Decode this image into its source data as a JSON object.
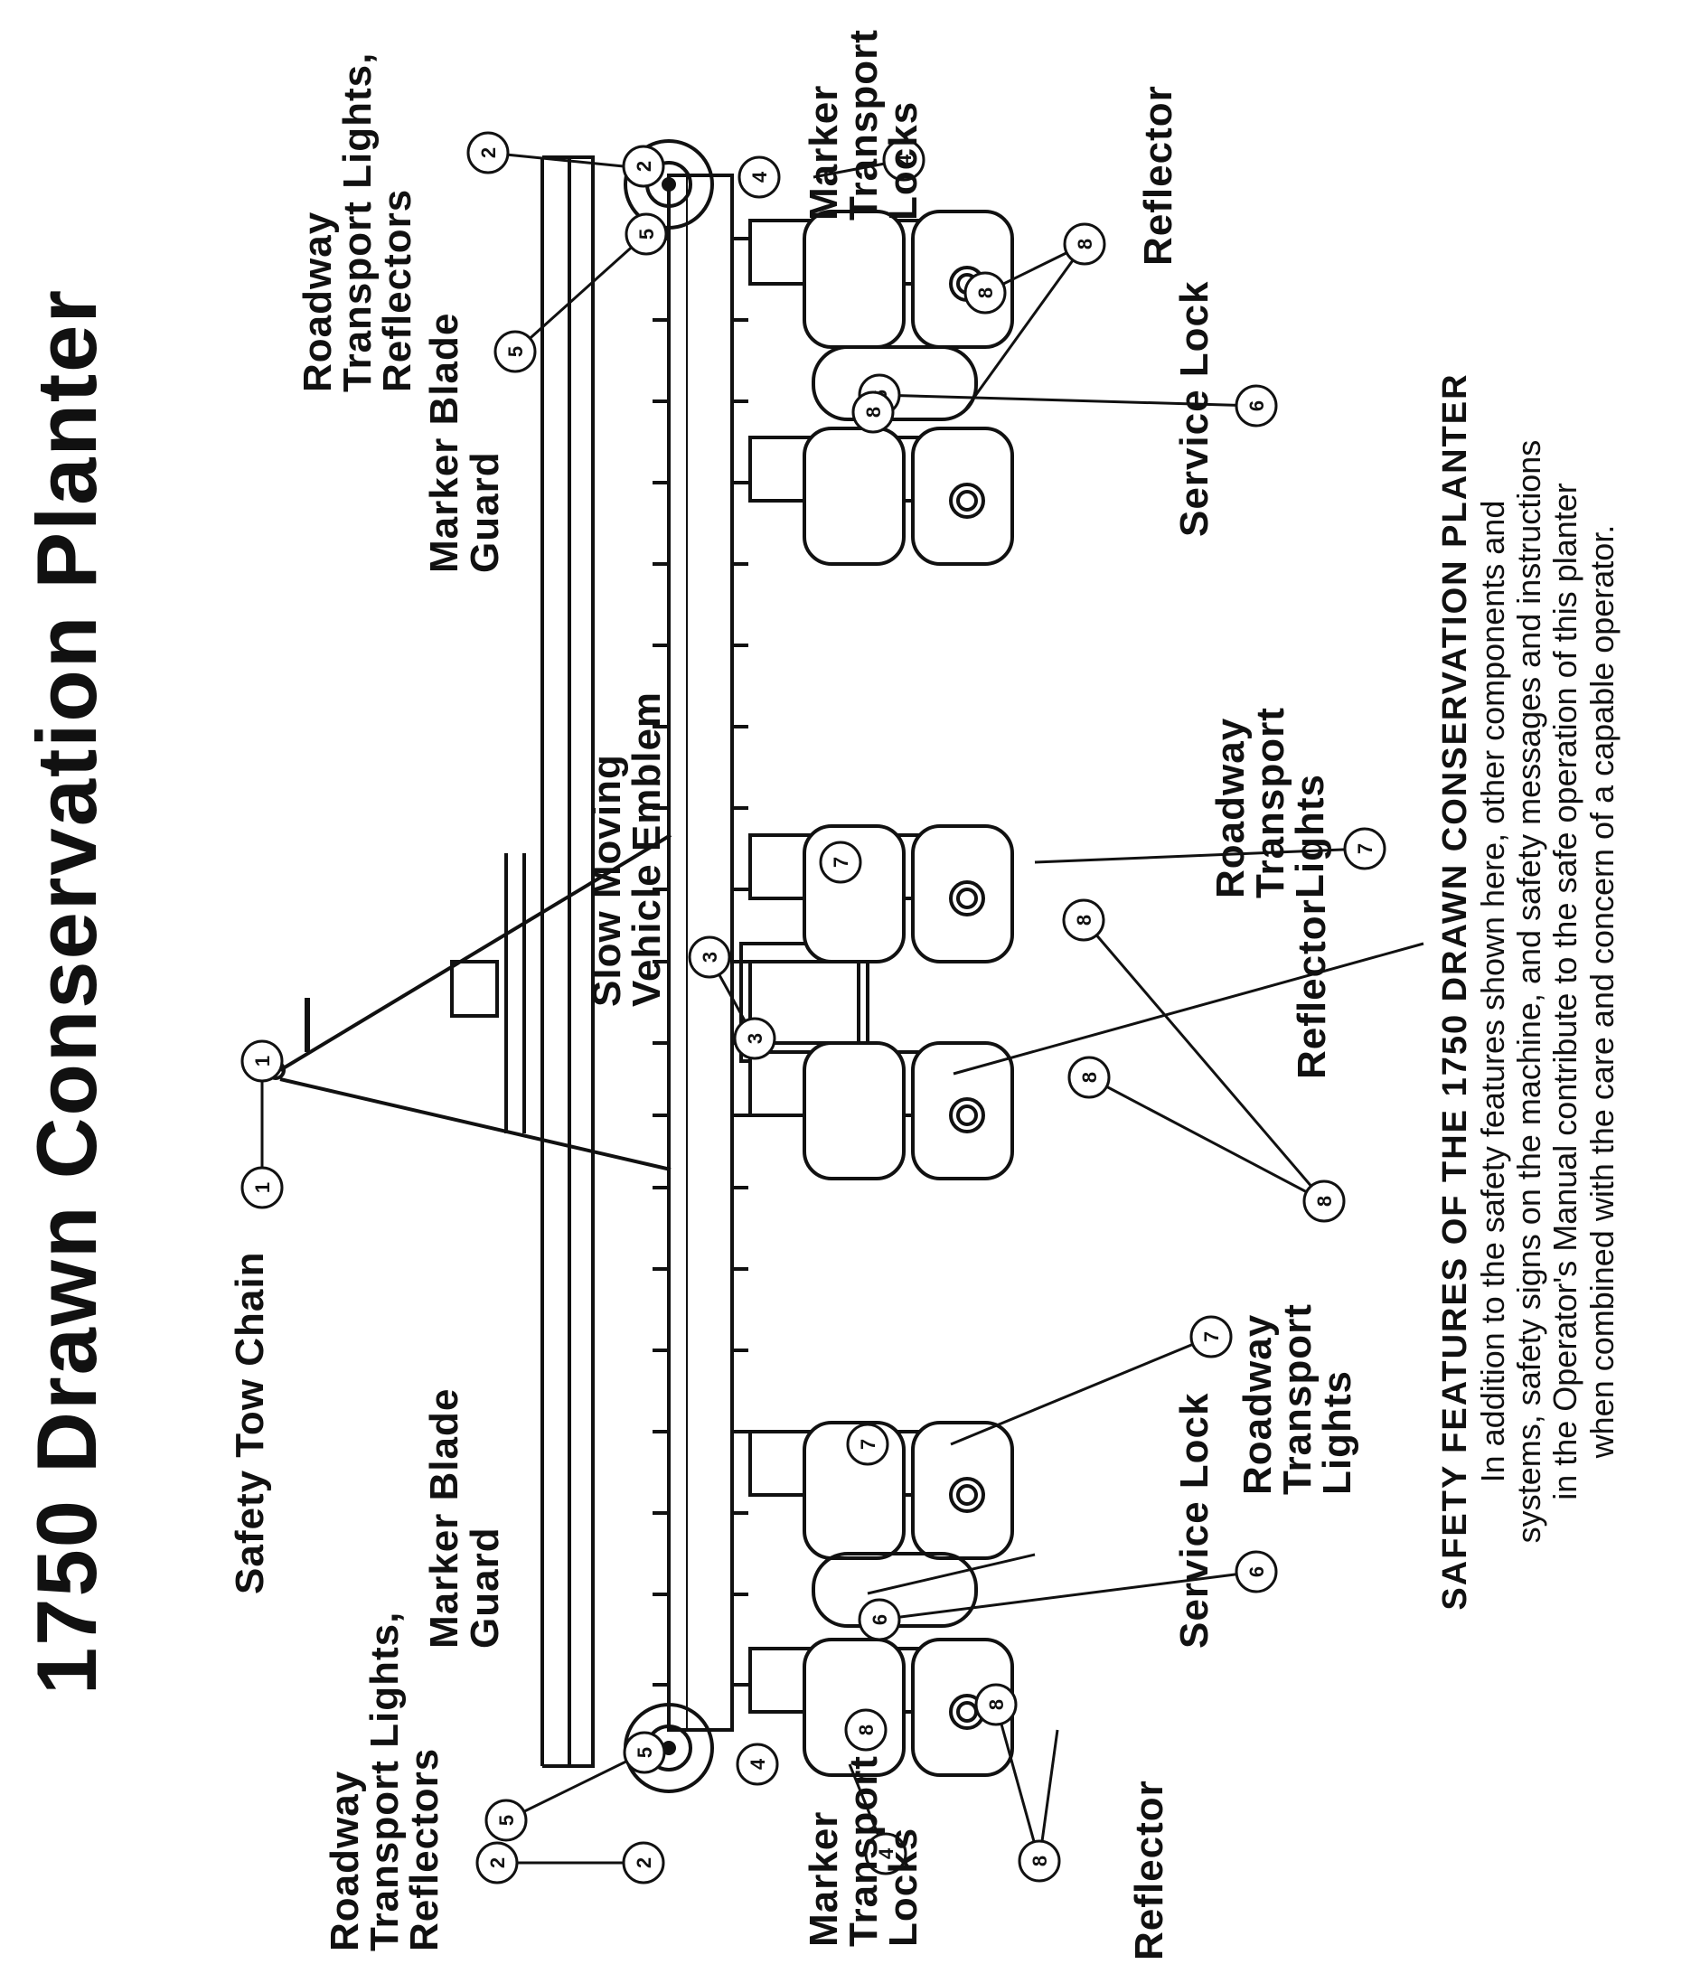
{
  "title": "1750 Drawn Conservation Planter",
  "labels": {
    "safety_tow_chain": "Safety Tow Chain",
    "roadway_lights_reflectors_left": [
      "Roadway",
      "Transport Lights,",
      "Reflectors"
    ],
    "roadway_lights_reflectors_right": [
      "Roadway",
      "Transport Lights,",
      "Reflectors"
    ],
    "marker_transport_locks_left": [
      "Marker",
      "Transport",
      "Locks"
    ],
    "marker_transport_locks_right": [
      "Marker",
      "Transport",
      "Locks"
    ],
    "marker_blade_guard_left": [
      "Marker Blade",
      "Guard"
    ],
    "marker_blade_guard_right": [
      "Marker Blade",
      "Guard"
    ],
    "smv_emblem": [
      "Slow Moving",
      "Vehicle Emblem"
    ],
    "service_lock_left": "Service Lock",
    "service_lock_right": "Service Lock",
    "roadway_lights_left": [
      "Roadway",
      "Transport",
      "Lights"
    ],
    "roadway_lights_right": [
      "Roadway",
      "Transport",
      "Lights"
    ],
    "reflector_far_left": "Reflector",
    "reflector_center": "Reflector",
    "reflector_far_right": "Reflector"
  },
  "callouts": {
    "n1": "1",
    "n2": "2",
    "n3": "3",
    "n4": "4",
    "n5": "5",
    "n6": "6",
    "n7": "7",
    "n8": "8"
  },
  "caption": {
    "heading": "SAFETY FEATURES OF THE 1750 DRAWN CONSERVATION PLANTER",
    "lines": [
      "In addition to the safety features shown here, other components and",
      "systems, safety signs on the machine, and safety messages and instructions",
      "in the Operator's Manual contribute to the safe operation of this planter",
      "when combined with the care and concern of a capable operator."
    ]
  }
}
